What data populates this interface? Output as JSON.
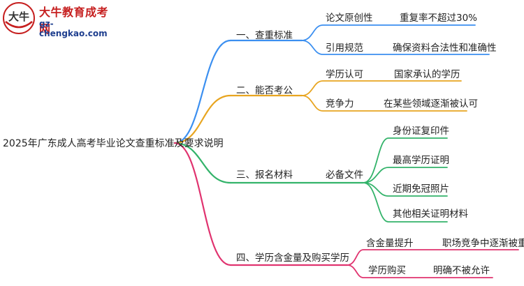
{
  "logo": {
    "glyph": "大牛",
    "title": "大牛教育成考网",
    "url": "gz-chengkao.com"
  },
  "root": "2025年广东成人高考毕业论文查重标准及要求说明",
  "branches": [
    {
      "label": "一、查重标准",
      "color": "#3b8ff0",
      "items": [
        {
          "label": "论文原创性",
          "value": "重复率不超过30%"
        },
        {
          "label": "引用规范",
          "value": "确保资料合法性和准确性"
        }
      ]
    },
    {
      "label": "二、能否考公",
      "color": "#e8a520",
      "items": [
        {
          "label": "学历认可",
          "value": "国家承认的学历"
        },
        {
          "label": "竞争力",
          "value": "在某些领域逐渐被认可"
        }
      ]
    },
    {
      "label": "三、报名材料",
      "color": "#33b36a",
      "items": [
        {
          "label": "必备文件",
          "children": [
            "身份证复印件",
            "最高学历证明",
            "近期免冠照片",
            "其他相关证明材料"
          ]
        }
      ]
    },
    {
      "label": "四、学历含金量及购买学历",
      "color": "#e0336f",
      "items": [
        {
          "label": "含金量提升",
          "value": "职场竞争中逐渐被重视"
        },
        {
          "label": "学历购买",
          "value": "明确不被允许"
        }
      ]
    }
  ]
}
